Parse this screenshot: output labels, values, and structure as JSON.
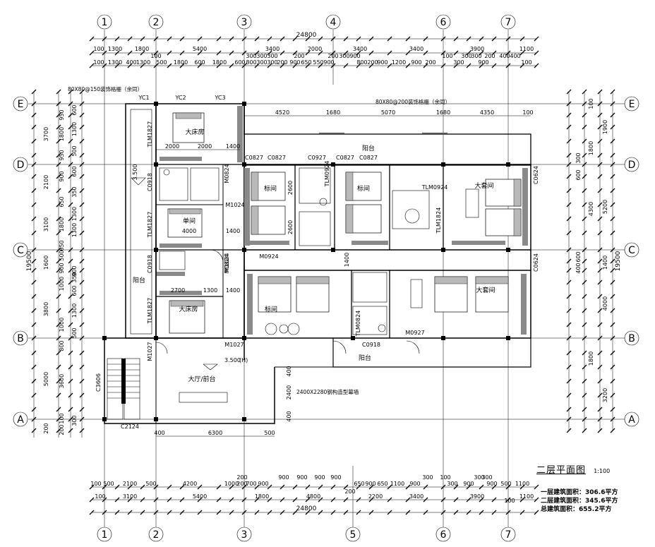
{
  "axes": {
    "columns_top": [
      "1",
      "2",
      "3",
      "4",
      "6",
      "7"
    ],
    "columns_bottom": [
      "1",
      "2",
      "3",
      "5",
      "6",
      "7"
    ],
    "rows": [
      "E",
      "D",
      "C",
      "B",
      "A"
    ]
  },
  "dims_top": {
    "total": "24800",
    "row1": [
      "100",
      "1300",
      "1800",
      "5400",
      "3400",
      "2000",
      "3400",
      "3400",
      "3900",
      "400",
      "1100"
    ],
    "row2": [
      "100",
      "1300",
      "400",
      "1300",
      "500",
      "1800",
      "600",
      "1800",
      "600",
      "800",
      "300",
      "300",
      "200",
      "900",
      "650",
      "550",
      "900",
      "800",
      "200",
      "900",
      "1200",
      "900",
      "200",
      "300",
      "900",
      "100"
    ],
    "row2b": [
      "300",
      "100",
      "300",
      "300",
      "200",
      "200",
      "300",
      "900",
      "300",
      "300",
      "200",
      "100",
      "400"
    ]
  },
  "dims_bottom": {
    "total": "24800",
    "row1": [
      "100",
      "500",
      "2100",
      "500",
      "4200",
      "1000",
      "700",
      "900",
      "200",
      "900",
      "900",
      "900",
      "900",
      "650",
      "900",
      "650",
      "1100",
      "900",
      "100",
      "300",
      "900",
      "300",
      "900",
      "500",
      "1100"
    ],
    "row2": [
      "100",
      "3100",
      "5400",
      "1800",
      "4800",
      "200",
      "2200",
      "3400",
      "3900",
      "100",
      "1100"
    ],
    "extra": [
      "200",
      "300",
      "300"
    ]
  },
  "dims_left": {
    "total": "19500",
    "outer": [
      "3700",
      "2100",
      "3100",
      "1600",
      "3800",
      "5000"
    ],
    "mid": [
      "950",
      "1800",
      "950",
      "900",
      "650",
      "1800",
      "650",
      "500",
      "900",
      "1000",
      "1000",
      "800",
      "3600",
      "100"
    ],
    "inner": [
      "600",
      "1300",
      "500",
      "600",
      "1300",
      "350",
      "900",
      "1300",
      "350",
      "600",
      "1300",
      "500",
      "300"
    ],
    "extra": [
      "200",
      "200"
    ]
  },
  "dims_right": {
    "total": "19500",
    "outer": [
      "1900",
      "5200",
      "1400",
      "4000",
      "3200"
    ],
    "mid": [
      "1800",
      "4300",
      "1800"
    ],
    "inner": [
      "100",
      "300",
      "600",
      "600",
      "400"
    ]
  },
  "dims_interior": {
    "balcony_top": [
      "4520",
      "1680",
      "5070",
      "1680",
      "4350",
      "100"
    ],
    "mid_left": [
      "2000",
      "2000",
      "1400",
      "4000",
      "1400",
      "2700",
      "1300",
      "1400"
    ],
    "vertical": [
      "2600",
      "2600",
      "1400"
    ],
    "lobby": [
      "6300",
      "400",
      "500",
      "2400",
      "400",
      "400"
    ]
  },
  "rooms": {
    "big_bed_1": "大床房",
    "single": "单间",
    "big_bed_2": "大床房",
    "std_1": "标间",
    "std_2": "标间",
    "std_3": "标间",
    "suite_1": "大套间",
    "suite_2": "大套间",
    "balcony_left": "阳台",
    "balcony_top": "阳台",
    "balcony_bottom": "阳台",
    "lobby": "大厅/前台"
  },
  "codes": {
    "yc1": "YC1",
    "yc2": "YC2",
    "yc3": "YC3",
    "tlm1827a": "TLM1827",
    "tlm1827b": "TLM1827",
    "tlm1827c": "TLM1827",
    "c0918a": "C0918",
    "c0918b": "C0918",
    "c0918c": "C0918",
    "m0824a": "M0824",
    "m0824b": "M0824",
    "m1024a": "M1024",
    "m1024b": "M1024",
    "m0924": "M0924",
    "c0827a": "C0827",
    "c0827b": "C0827",
    "c0827c": "C0827",
    "c0827d": "C0827",
    "c0927": "C0927",
    "tlm0924": "TLM0924",
    "tlm0924b": "TLM0924",
    "tlm1824": "TLM1824",
    "c0624a": "C0624",
    "c0624b": "C0624",
    "m1027a": "M1027",
    "m1027b": "M1027",
    "m0927": "M0927",
    "tlm0824": "TLM0824",
    "c3606": "C3606",
    "c2124": "C2124",
    "rail_left": "80X80@150装饰格栅（余同）",
    "rail_top": "80X80@200装饰格栅（余同）",
    "curtain": "2400X2280钢构造型幕墙",
    "level": "3.500",
    "level_note": "(H)"
  },
  "title": {
    "name": "二层平面图",
    "scale": "1:100"
  },
  "stats": [
    "一层建筑面积：306.6平方",
    "二层建筑面积：345.6平方",
    "总建筑面积：655.2平方"
  ]
}
